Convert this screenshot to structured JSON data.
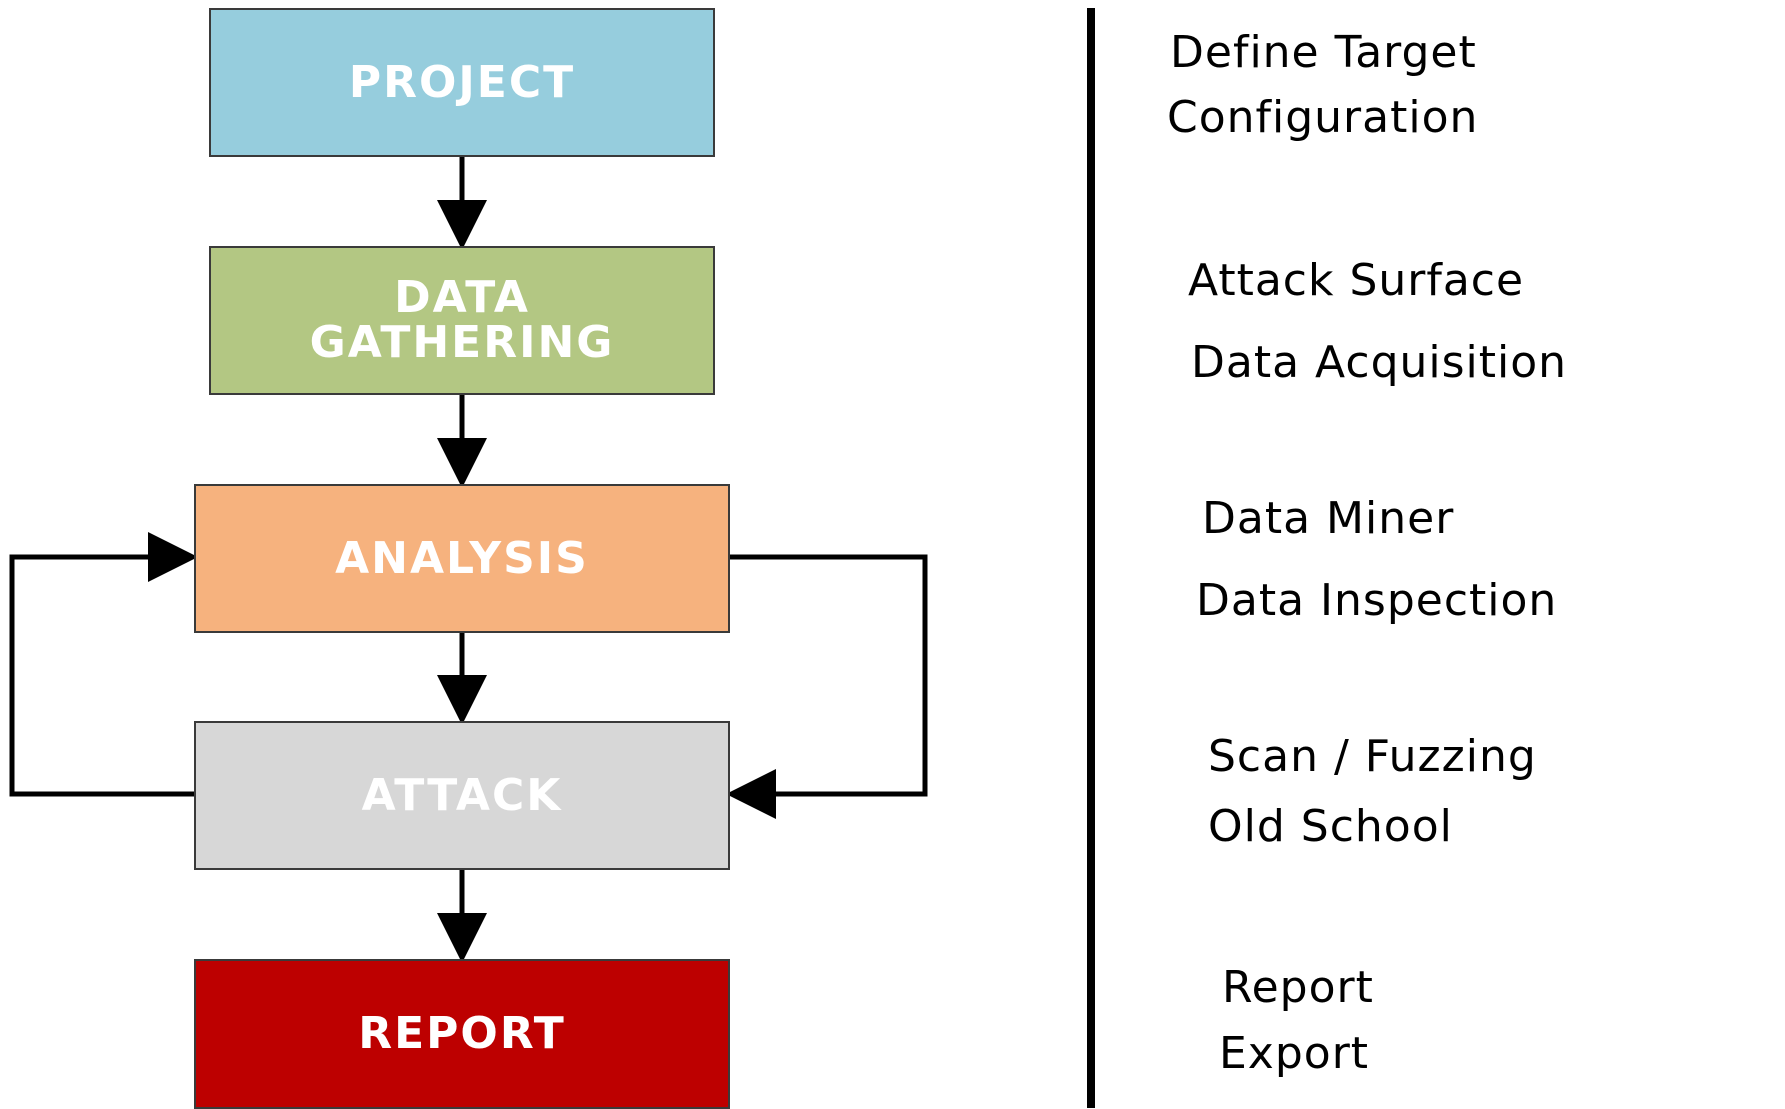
{
  "colors": {
    "project": "#96cddd",
    "data_gathering": "#b3c783",
    "analysis": "#f6b27e",
    "attack": "#d7d7d7",
    "report": "#bd0000",
    "connector": "#000000"
  },
  "boxes": {
    "project": "PROJECT",
    "data_gathering": [
      "DATA",
      "GATHERING"
    ],
    "analysis": "ANALYSIS",
    "attack": "ATTACK",
    "report": "REPORT"
  },
  "steps": {
    "project": [
      "Define Target",
      "Configuration"
    ],
    "data_gathering": [
      "Attack Surface",
      "Data Acquisition"
    ],
    "analysis": [
      "Data Miner",
      "Data Inspection"
    ],
    "attack": [
      "Scan / Fuzzing",
      "Old School"
    ],
    "report": [
      "Report",
      "Export"
    ]
  }
}
